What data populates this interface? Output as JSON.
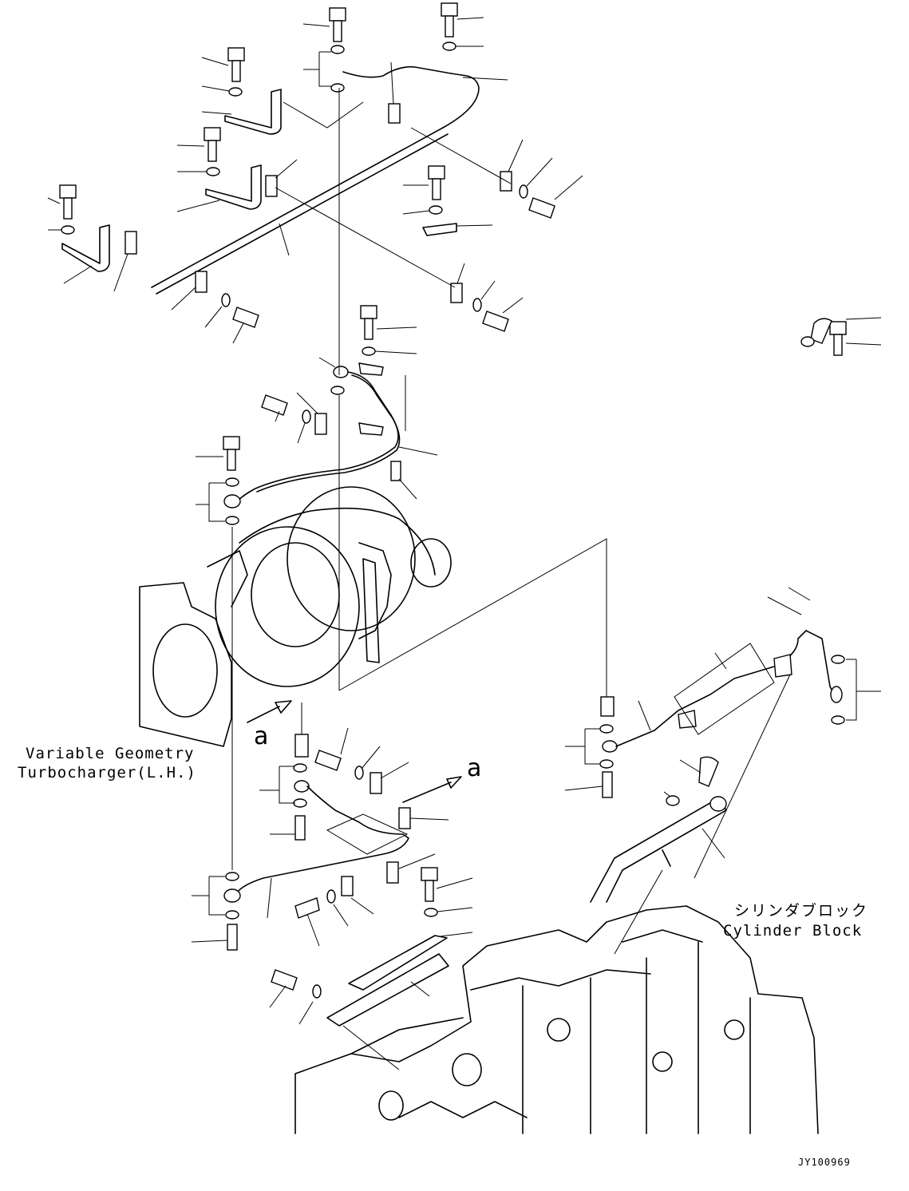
{
  "labels": {
    "turbo_line1": "Variable Geometry",
    "turbo_line2": "Turbocharger(L.H.)",
    "block_jp": "シリンダブロック",
    "block_en": "Cylinder Block",
    "view_marker": "a",
    "drawing_code": "JY100969"
  }
}
